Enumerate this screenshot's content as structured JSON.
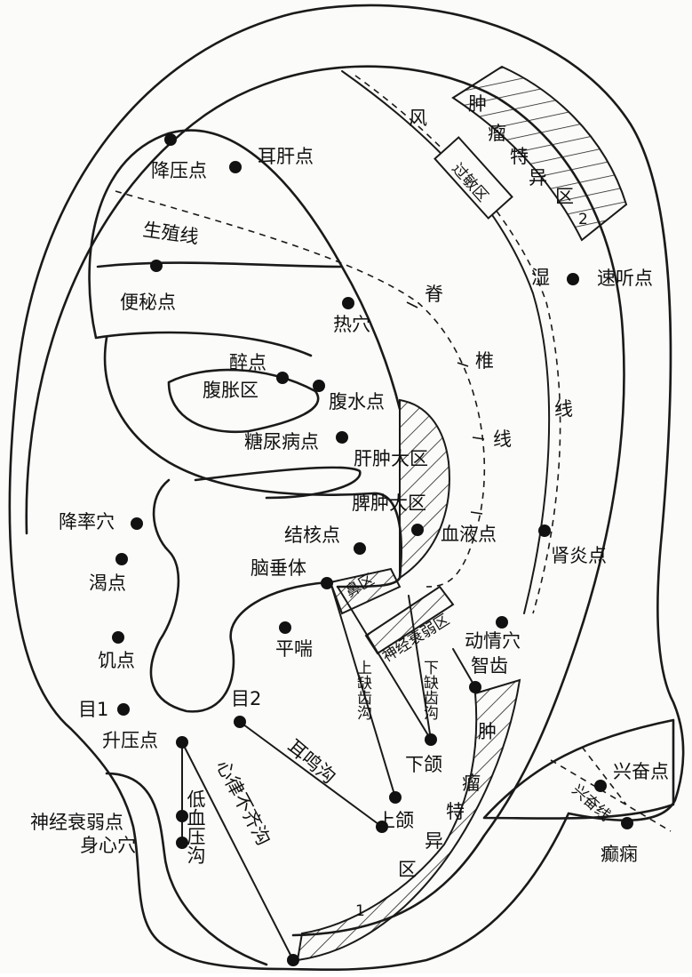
{
  "labels": {
    "feng": "风",
    "zhong_top": "肿",
    "liu_top": "瘤",
    "te_top": "特",
    "yi_top": "异",
    "qu_top": "区",
    "num2": "2",
    "guomin": "过敏区",
    "ergan": "耳肝点",
    "jiangya": "降压点",
    "shengzhi": "生殖线",
    "bianmi": "便秘点",
    "rexue": "热穴",
    "ji": "脊",
    "zhui": "椎",
    "xian_spine": "线",
    "shi": "湿",
    "xian_right": "线",
    "suting": "速听点",
    "zui": "醉点",
    "fuzhang": "腹胀区",
    "fushui": "腹水点",
    "tangniao": "糖尿病点",
    "ganzhong": "肝肿大区",
    "pizhong": "脾肿大区",
    "jianglv": "降率穴",
    "ke": "渴点",
    "jiehe": "结核点",
    "xueye": "血液点",
    "shenyan": "肾炎点",
    "naochui": "脑垂体",
    "yanqu": "鼻区",
    "shenjingshuairuo_qu": "神经衰弱区",
    "ji_hunger": "饥点",
    "pingchuan": "平喘",
    "dongqing": "动情穴",
    "zhichi": "智齿",
    "shang_que": "上缺齿沟",
    "xia_que": "下缺齿沟",
    "mu1": "目1",
    "mu2": "目2",
    "shengya": "升压点",
    "erming": "耳鸣沟",
    "xinlv": "心律不齐沟",
    "xiahe": "下颌",
    "shanghe": "上颌",
    "shenjing_ruo": "神经衰弱点",
    "dixueya": "低血压沟",
    "shenxin": "身心穴",
    "zhong_low": "肿",
    "liu_low": "瘤",
    "te_low": "特",
    "yi_low": "异",
    "qu_low": "区",
    "num1": "1",
    "xingfen": "兴奋点",
    "xingfenxian": "兴奋线",
    "dianxian": "癫痫"
  }
}
